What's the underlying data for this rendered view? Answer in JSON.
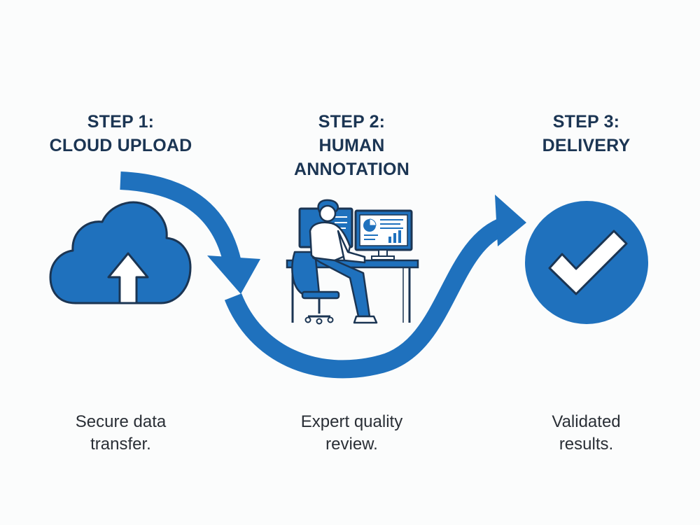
{
  "colors": {
    "primary_blue": "#1f71bd",
    "outline_navy": "#1b3553",
    "background": "#fbfcfc"
  },
  "steps": [
    {
      "title_lines": [
        "STEP 1:",
        "CLOUD UPLOAD"
      ],
      "description_lines": [
        "Secure data",
        "transfer."
      ],
      "icon": "cloud-upload-icon"
    },
    {
      "title_lines": [
        "STEP 2:",
        "HUMAN",
        "ANNOTATION"
      ],
      "description_lines": [
        "Expert quality",
        "review."
      ],
      "icon": "person-at-computer-icon"
    },
    {
      "title_lines": [
        "STEP 3:",
        "DELIVERY"
      ],
      "description_lines": [
        "Validated",
        "results."
      ],
      "icon": "checkmark-circle-icon"
    }
  ]
}
